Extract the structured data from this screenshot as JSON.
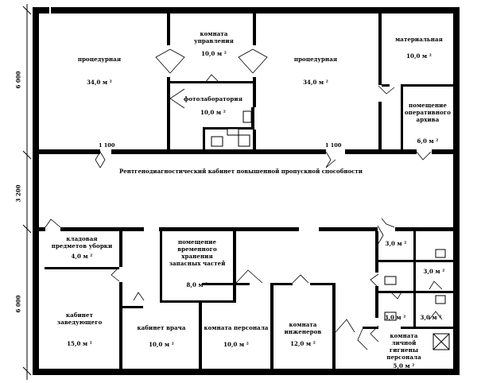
{
  "dimensions": {
    "left_top": "6 000",
    "left_middle": "3 200",
    "left_bottom": "6 000",
    "door_width_left": "1 100",
    "door_width_right": "1 100"
  },
  "corridor_label": "Рентгенодиагностический кабинет повышенной пропускной способности",
  "rooms": {
    "procedure_left": {
      "name": "процедурная",
      "area": "34,0 м ²"
    },
    "control_room": {
      "name": "комната управления",
      "area": "10,0 м ²"
    },
    "photolab": {
      "name": "фотолаборатория",
      "area": "10,0 м ²"
    },
    "procedure_right": {
      "name": "процедурная",
      "area": "34,0 м ²"
    },
    "materials": {
      "name": "материальная",
      "area": "10,0 м ²"
    },
    "archive": {
      "name": "помещение оперативного архива",
      "area": "6,0 м ²"
    },
    "cleaning": {
      "name": "кладовая предметов уборки",
      "area": "4,0 м ²"
    },
    "spare_parts": {
      "name": "помещение временного хранения запасных частей",
      "area": "8,0 м ²"
    },
    "head": {
      "name": "кабинет заведующего",
      "area": "15,0 м ²"
    },
    "doctor": {
      "name": "кабинет врача",
      "area": "10,0 м ²"
    },
    "staff": {
      "name": "комната персонала",
      "area": "10,0 м ²"
    },
    "engineers": {
      "name": "комната инженеров",
      "area": "12,0 м ²"
    },
    "wc1": {
      "name": "",
      "area": "3,0 м ²"
    },
    "wc2": {
      "name": "",
      "area": "3,0 м ²"
    },
    "wc3": {
      "name": "",
      "area": "3,0 м ²"
    },
    "wc4": {
      "name": "",
      "area": "3,0 м ²"
    },
    "hygiene": {
      "name": "комната личной гигиены персонала",
      "area": "5,0 м ²"
    }
  }
}
